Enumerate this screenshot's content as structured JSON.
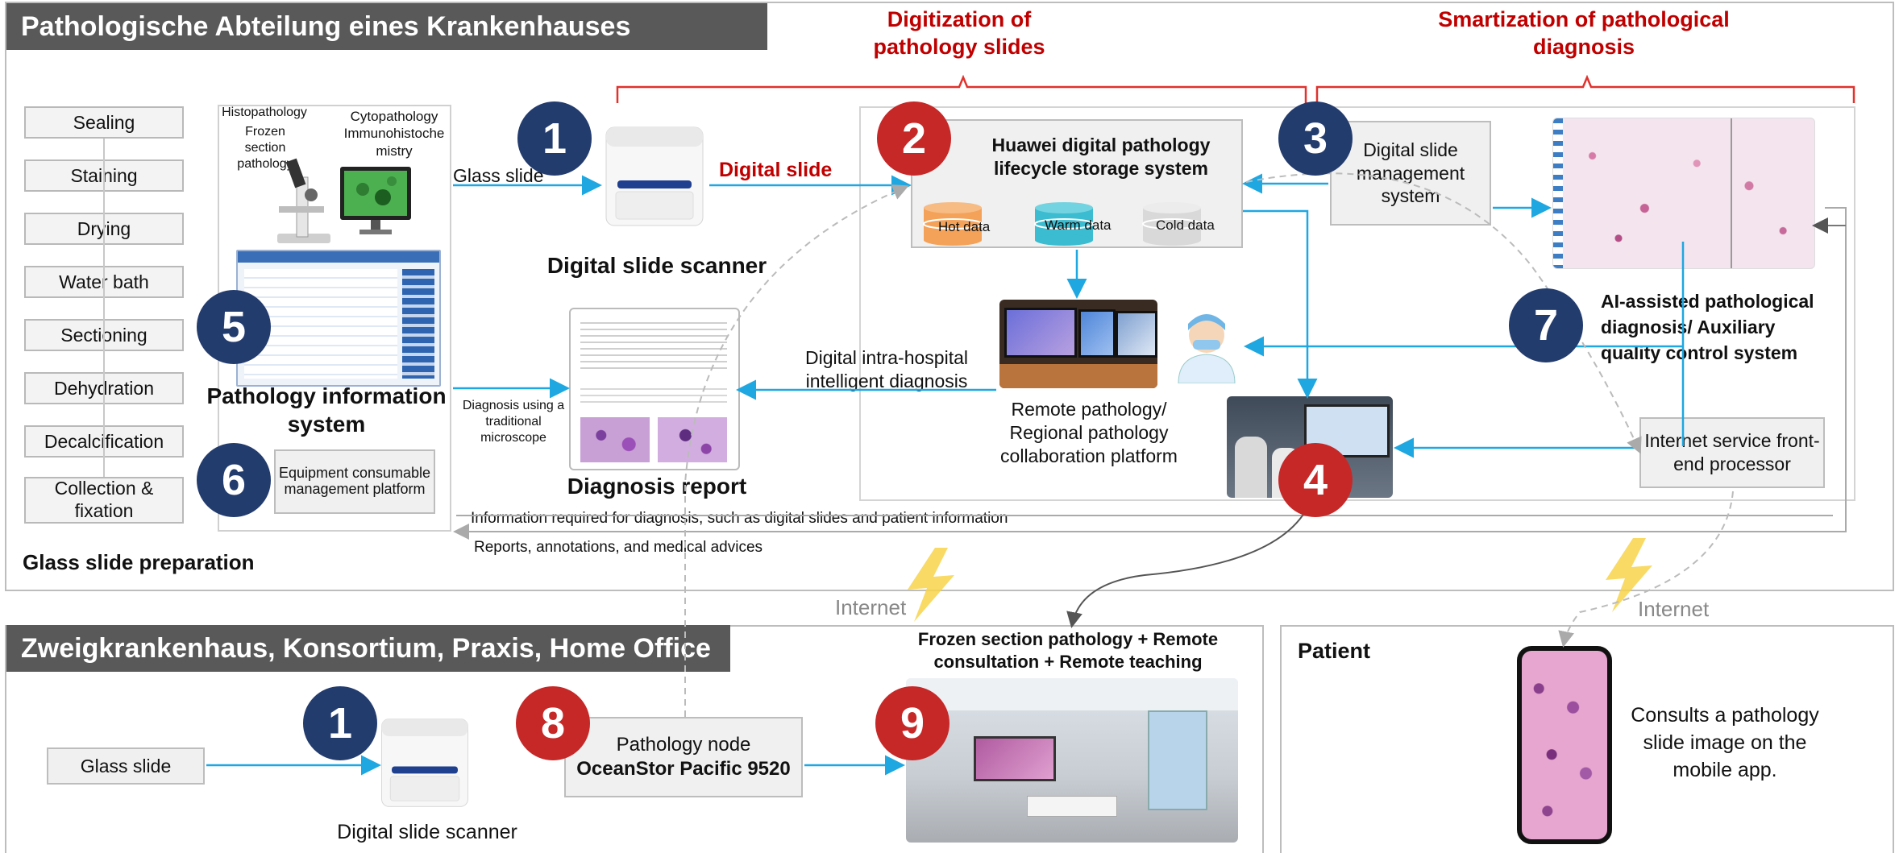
{
  "top_panel": {
    "title": "Pathologische Abteilung eines Krankenhauses",
    "glass_prep_title": "Glass slide preparation",
    "prep_steps": [
      "Sealing",
      "Staining",
      "Drying",
      "Water bath",
      "Sectioning",
      "Dehydration",
      "Decalcification",
      "Collection & fixation"
    ],
    "digitization_title": "Digitization of pathology slides",
    "smartization_title": "Smartization of pathological diagnosis",
    "lab_labels": {
      "histopathology": "Histopathology",
      "frozen": "Frozen section pathology",
      "cyto": "Cytopathology Immunohistoche mistry"
    },
    "glass_slide_arrow": "Glass slide",
    "digital_slide_arrow": "Digital slide",
    "scanner_label": "Digital slide scanner",
    "storage_title": "Huawei digital pathology lifecycle storage system",
    "hot_data": "Hot data",
    "warm_data": "Warm data",
    "cold_data": "Cold data",
    "slide_mgmt": "Digital slide management system",
    "pis_label": "Pathology information system",
    "equipment_label": "Equipment consumable management platform",
    "microscope_diag": "Diagnosis using a traditional microscope",
    "diag_report": "Diagnosis report",
    "intra_hospital": "Digital intra-hospital intelligent diagnosis",
    "remote_platform": "Remote pathology/ Regional pathology collaboration platform",
    "ai_system": "AI-assisted pathological diagnosis/ Auxiliary quality control system",
    "internet_proc": "Internet service front-end processor",
    "info_required": "Information required for diagnosis, such as digital slides and patient information",
    "reports_line": "Reports, annotations, and medical advices"
  },
  "numbers": [
    "1",
    "2",
    "3",
    "4",
    "5",
    "6",
    "7",
    "8",
    "9",
    "1"
  ],
  "internet_left": "Internet",
  "internet_right": "Internet",
  "branch_panel": {
    "title": "Zweigkrankenhaus, Konsortium, Praxis, Home Office",
    "glass_slide": "Glass slide",
    "scanner_label": "Digital slide scanner",
    "node_title": "Pathology node",
    "node_name": "OceanStor Pacific 9520",
    "frozen_title": "Frozen section pathology + Remote consultation + Remote teaching"
  },
  "patient_panel": {
    "title": "Patient",
    "text": "Consults a pathology slide image on the mobile app."
  },
  "colors": {
    "header": "#595959",
    "accent_red": "#c00000",
    "number_blue": "#233c6e",
    "number_red": "#c62828",
    "arrow": "#1ea7e1",
    "hot": "#f4a259",
    "warm": "#3bbcd0",
    "cold": "#d9d9d9"
  }
}
